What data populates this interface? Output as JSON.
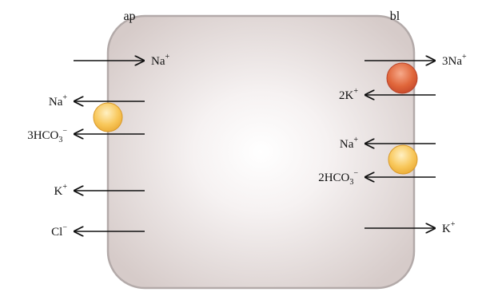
{
  "diagram": {
    "apical_label": "ap",
    "basolateral_label": "bl",
    "apical_transport": [
      {
        "ion": "Na",
        "charge": "+",
        "direction": "in"
      },
      {
        "ion": "Na",
        "charge": "+",
        "direction": "out",
        "cotransporter": true
      },
      {
        "ion": "3HCO",
        "subscript": "3",
        "charge": "−",
        "direction": "out",
        "cotransporter": true
      },
      {
        "ion": "K",
        "charge": "+",
        "direction": "out"
      },
      {
        "ion": "Cl",
        "charge": "−",
        "direction": "out"
      }
    ],
    "basolateral_transport": [
      {
        "ion": "3Na",
        "charge": "+",
        "direction": "out",
        "pump": true
      },
      {
        "ion": "2K",
        "charge": "+",
        "direction": "in",
        "pump": true
      },
      {
        "ion": "Na",
        "charge": "+",
        "direction": "in",
        "cotransporter": true
      },
      {
        "ion": "2HCO",
        "subscript": "3",
        "charge": "−",
        "direction": "in",
        "cotransporter": true
      },
      {
        "ion": "K",
        "charge": "+",
        "direction": "out"
      }
    ],
    "colors": {
      "cell_fill_center": "#ffffff",
      "cell_fill_edge": "#d9cfcc",
      "cell_border": "#a8a0a0",
      "cotransporter": "#f6c65a",
      "pump": "#e0663a",
      "arrow": "#111111"
    }
  }
}
